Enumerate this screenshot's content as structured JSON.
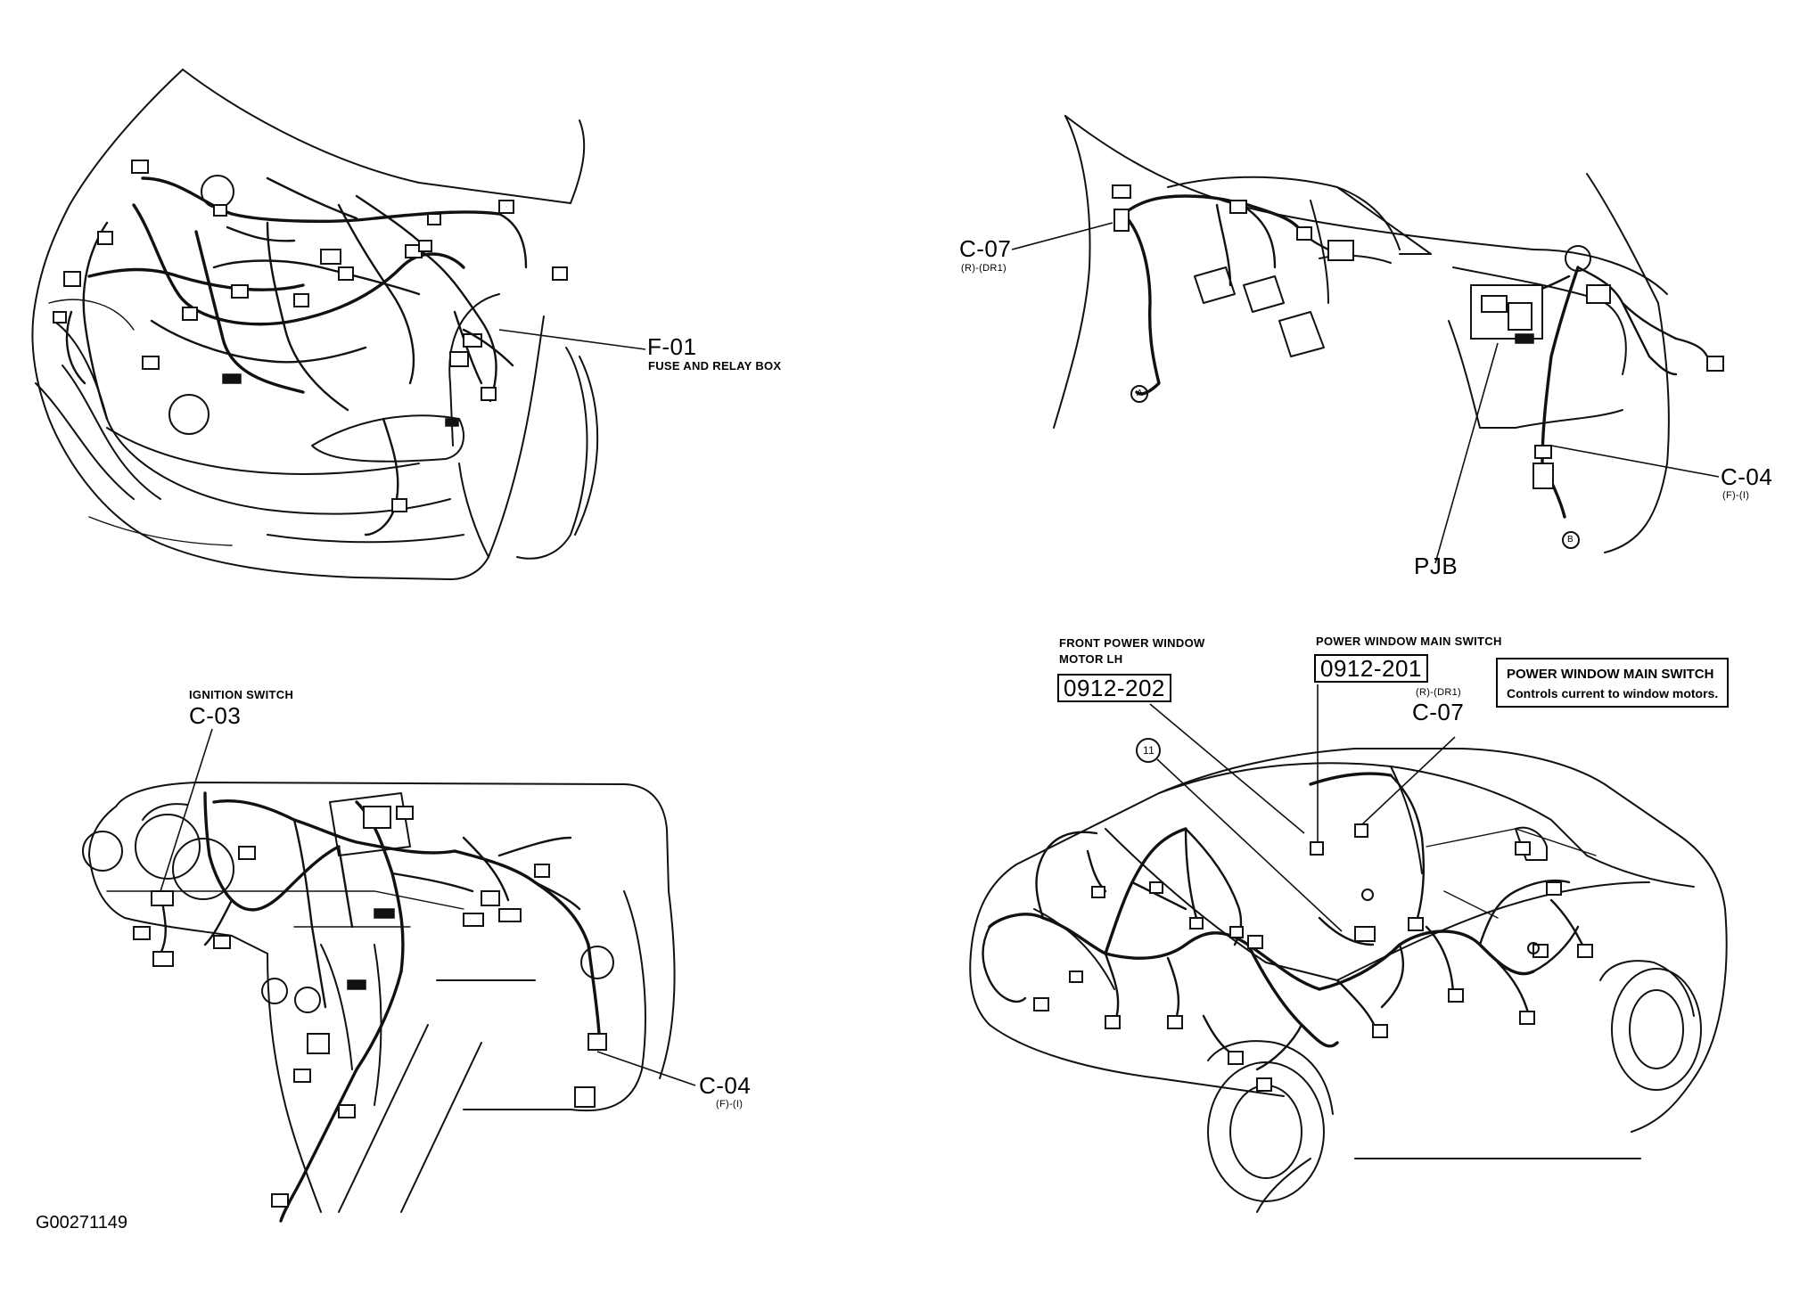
{
  "figure_id": "G00271149",
  "panels": {
    "engine": {
      "f01": {
        "code": "F-01",
        "caption": "FUSE AND RELAY BOX"
      }
    },
    "cowl": {
      "c07": {
        "code": "C-07",
        "sub": "(R)-(DR1)"
      },
      "c04": {
        "code": "C-04",
        "sub": "(F)-(I)"
      },
      "pjb": {
        "code": "PJB"
      },
      "mark_a": "A",
      "mark_b": "B"
    },
    "dash": {
      "c03": {
        "caption": "IGNITION SWITCH",
        "code": "C-03"
      },
      "c04": {
        "code": "C-04",
        "sub": "(F)-(I)"
      }
    },
    "body": {
      "front_motor": {
        "caption_line1": "FRONT POWER WINDOW",
        "caption_line2": "MOTOR LH",
        "ref": "0912-202"
      },
      "main_switch": {
        "caption": "POWER WINDOW MAIN SWITCH",
        "ref": "0912-201"
      },
      "c07": {
        "code": "C-07",
        "sub": "(R)-(DR1)"
      },
      "callout_11": "11",
      "note": {
        "title": "POWER WINDOW MAIN SWITCH",
        "desc": "Controls current to window motors."
      }
    }
  }
}
